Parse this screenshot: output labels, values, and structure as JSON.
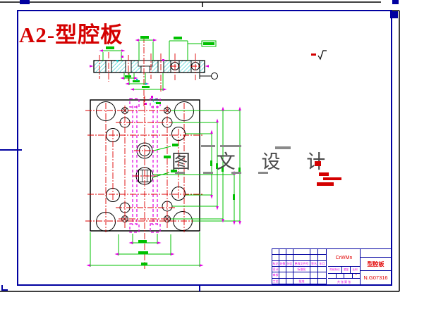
{
  "sheet": {
    "title": "A2-型腔板",
    "watermark": "图 文 设 计"
  },
  "colors": {
    "frame_navy": "#0000a0",
    "dimension_green": "#00c000",
    "centerline_red": "#dd0000",
    "hidden_magenta": "#e000e0",
    "hatch_cyan": "#00c8c8",
    "title_red": "#d40000",
    "watermark_gray": "#4a4a4a"
  },
  "title_block": {
    "material": "CrWMn",
    "part_name": "型腔板",
    "drawing_number": "N.G07316",
    "header_labels": [
      "标记",
      "处数",
      "分区",
      "更改文件号",
      "签名",
      "年月日"
    ],
    "designer_label": "设计",
    "standardization_label": "标准化",
    "checker_label": "审核",
    "process_label": "工艺",
    "approver_label": "批准",
    "stage_label": "阶段标记",
    "weight_label": "重量",
    "scale_label": "比例",
    "sheets_label": "共 张 第 张",
    "star": "*"
  }
}
